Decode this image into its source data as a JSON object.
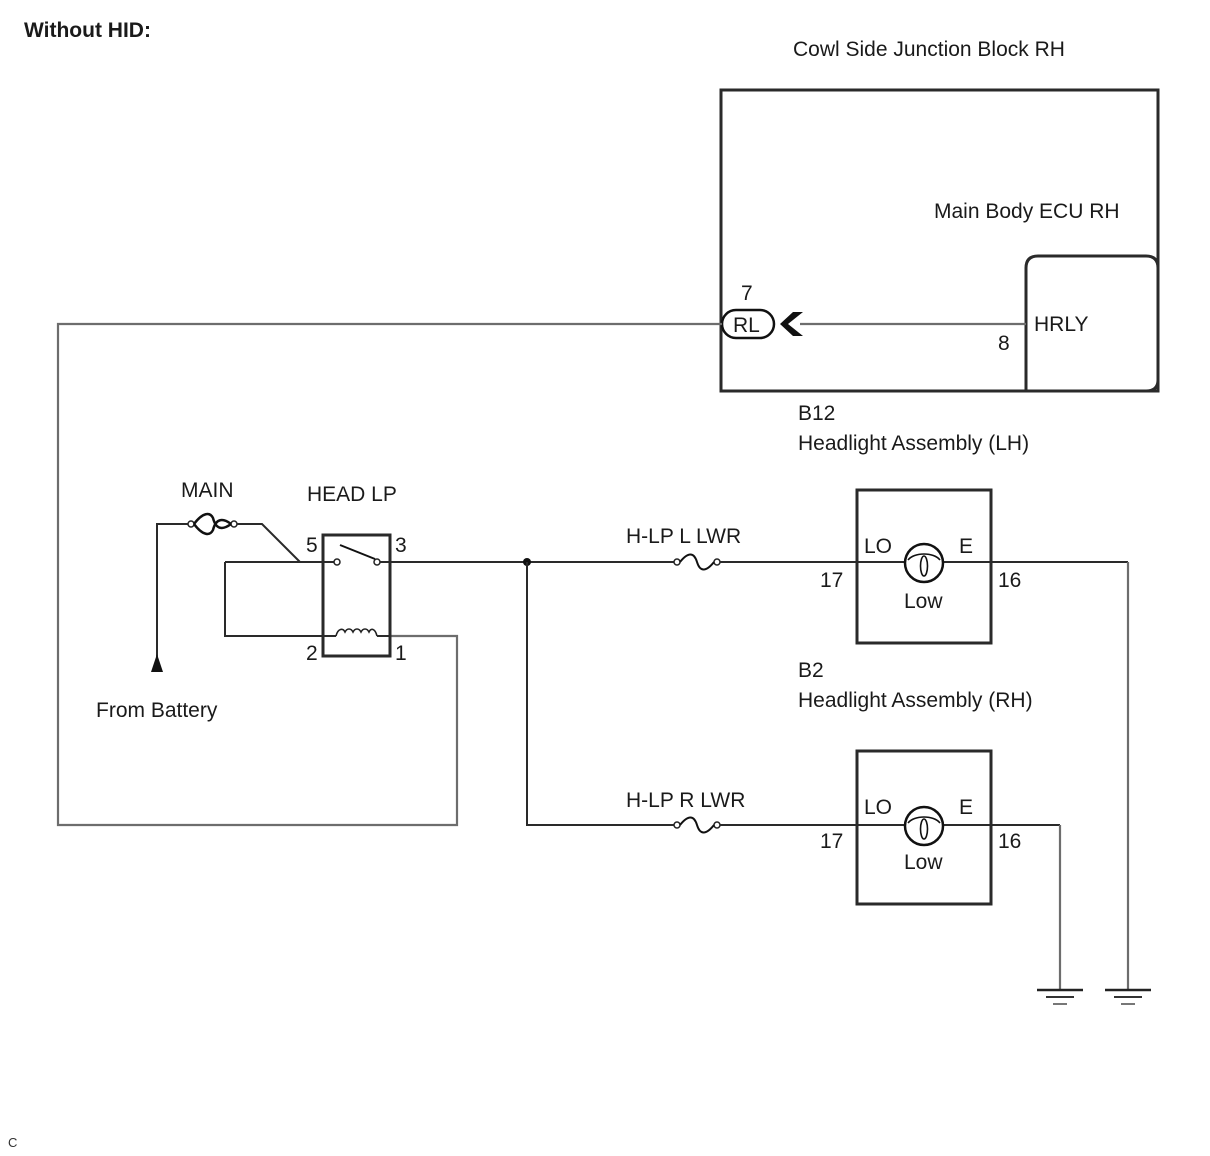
{
  "diagram": {
    "heading": "Without HID:",
    "footer_mark": "C",
    "junction_block": {
      "name": "Cowl Side Junction Block RH",
      "ecu": {
        "name": "Main Body ECU RH",
        "terminal_label": "HRLY",
        "pin": "8"
      },
      "connector": {
        "code": "RL",
        "pin": "7"
      }
    },
    "fuse_main": {
      "label": "MAIN"
    },
    "battery": {
      "label": "From Battery"
    },
    "relay": {
      "label": "HEAD LP",
      "pins": {
        "p5": "5",
        "p3": "3",
        "p2": "2",
        "p1": "1"
      }
    },
    "fuse_left": {
      "label": "H-LP L LWR"
    },
    "fuse_right": {
      "label": "H-LP R LWR"
    },
    "headlight_lh": {
      "code": "B12",
      "name": "Headlight Assembly (LH)",
      "in_label": "LO",
      "out_label": "E",
      "bulb_label": "Low",
      "pin_in": "17",
      "pin_out": "16"
    },
    "headlight_rh": {
      "code": "B2",
      "name": "Headlight Assembly (RH)",
      "in_label": "LO",
      "out_label": "E",
      "bulb_label": "Low",
      "pin_in": "17",
      "pin_out": "16"
    },
    "grounds": [
      "ground-rh",
      "ground-lh"
    ]
  }
}
